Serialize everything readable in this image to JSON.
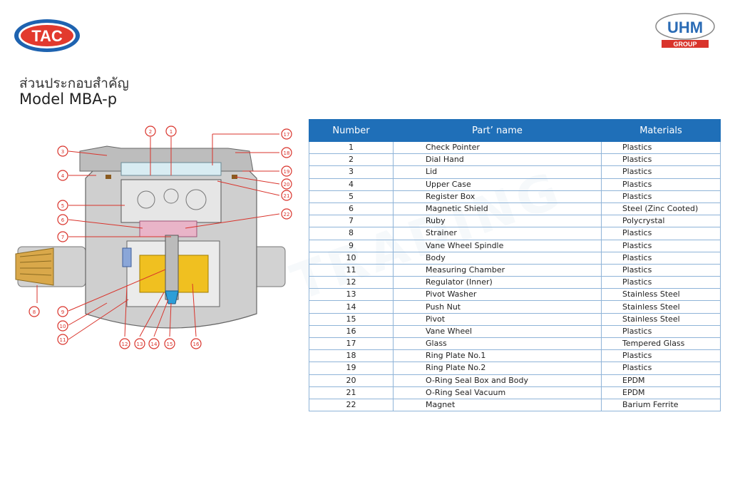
{
  "brand": {
    "tac": "TAC",
    "uhm": "UHM",
    "uhm_sub": "GROUP",
    "watermark": "TRADING"
  },
  "title": {
    "thai": "ส่วนประกอบสำคัญ",
    "model": "Model MBA-p"
  },
  "table": {
    "headers": [
      "Number",
      "Part’ name",
      "Materials"
    ],
    "rows": [
      [
        "1",
        "Check Pointer",
        "Plastics"
      ],
      [
        "2",
        "Dial Hand",
        "Plastics"
      ],
      [
        "3",
        "Lid",
        "Plastics"
      ],
      [
        "4",
        "Upper Case",
        "Plastics"
      ],
      [
        "5",
        "Register Box",
        "Plastics"
      ],
      [
        "6",
        "Magnetic Shield",
        "Steel (Zinc Cooted)"
      ],
      [
        "7",
        "Ruby",
        "Polycrystal"
      ],
      [
        "8",
        "Strainer",
        "Plastics"
      ],
      [
        "9",
        "Vane Wheel Spindle",
        "Plastics"
      ],
      [
        "10",
        "Body",
        "Plastics"
      ],
      [
        "11",
        "Measuring Chamber",
        "Plastics"
      ],
      [
        "12",
        "Regulator (Inner)",
        "Plastics"
      ],
      [
        "13",
        "Pivot Washer",
        "Stainless Steel"
      ],
      [
        "14",
        "Push Nut",
        "Stainless Steel"
      ],
      [
        "15",
        "Pivot",
        "Stainless Steel"
      ],
      [
        "16",
        "Vane Wheel",
        "Plastics"
      ],
      [
        "17",
        "Glass",
        "Tempered Glass"
      ],
      [
        "18",
        "Ring Plate No.1",
        "Plastics"
      ],
      [
        "19",
        "Ring Plate No.2",
        "Plastics"
      ],
      [
        "20",
        "O-Ring Seal Box and Body",
        "EPDM"
      ],
      [
        "21",
        "O-Ring Seal Vacuum",
        "EPDM"
      ],
      [
        "22",
        "Magnet",
        "Barium Ferrite"
      ]
    ]
  },
  "diagram": {
    "callouts_left": [
      "3",
      "4",
      "5",
      "6",
      "7",
      "8",
      "9",
      "10",
      "11"
    ],
    "callouts_top": [
      "2",
      "1"
    ],
    "callouts_right": [
      "17",
      "18",
      "19",
      "20",
      "21",
      "22"
    ],
    "callouts_bottom": [
      "12",
      "13",
      "14",
      "15",
      "16"
    ]
  },
  "colors": {
    "header_blue": "#1f6fb8",
    "callout_red": "#d9332b",
    "brass": "#f0c020",
    "body_gray": "#cfcfcf"
  }
}
